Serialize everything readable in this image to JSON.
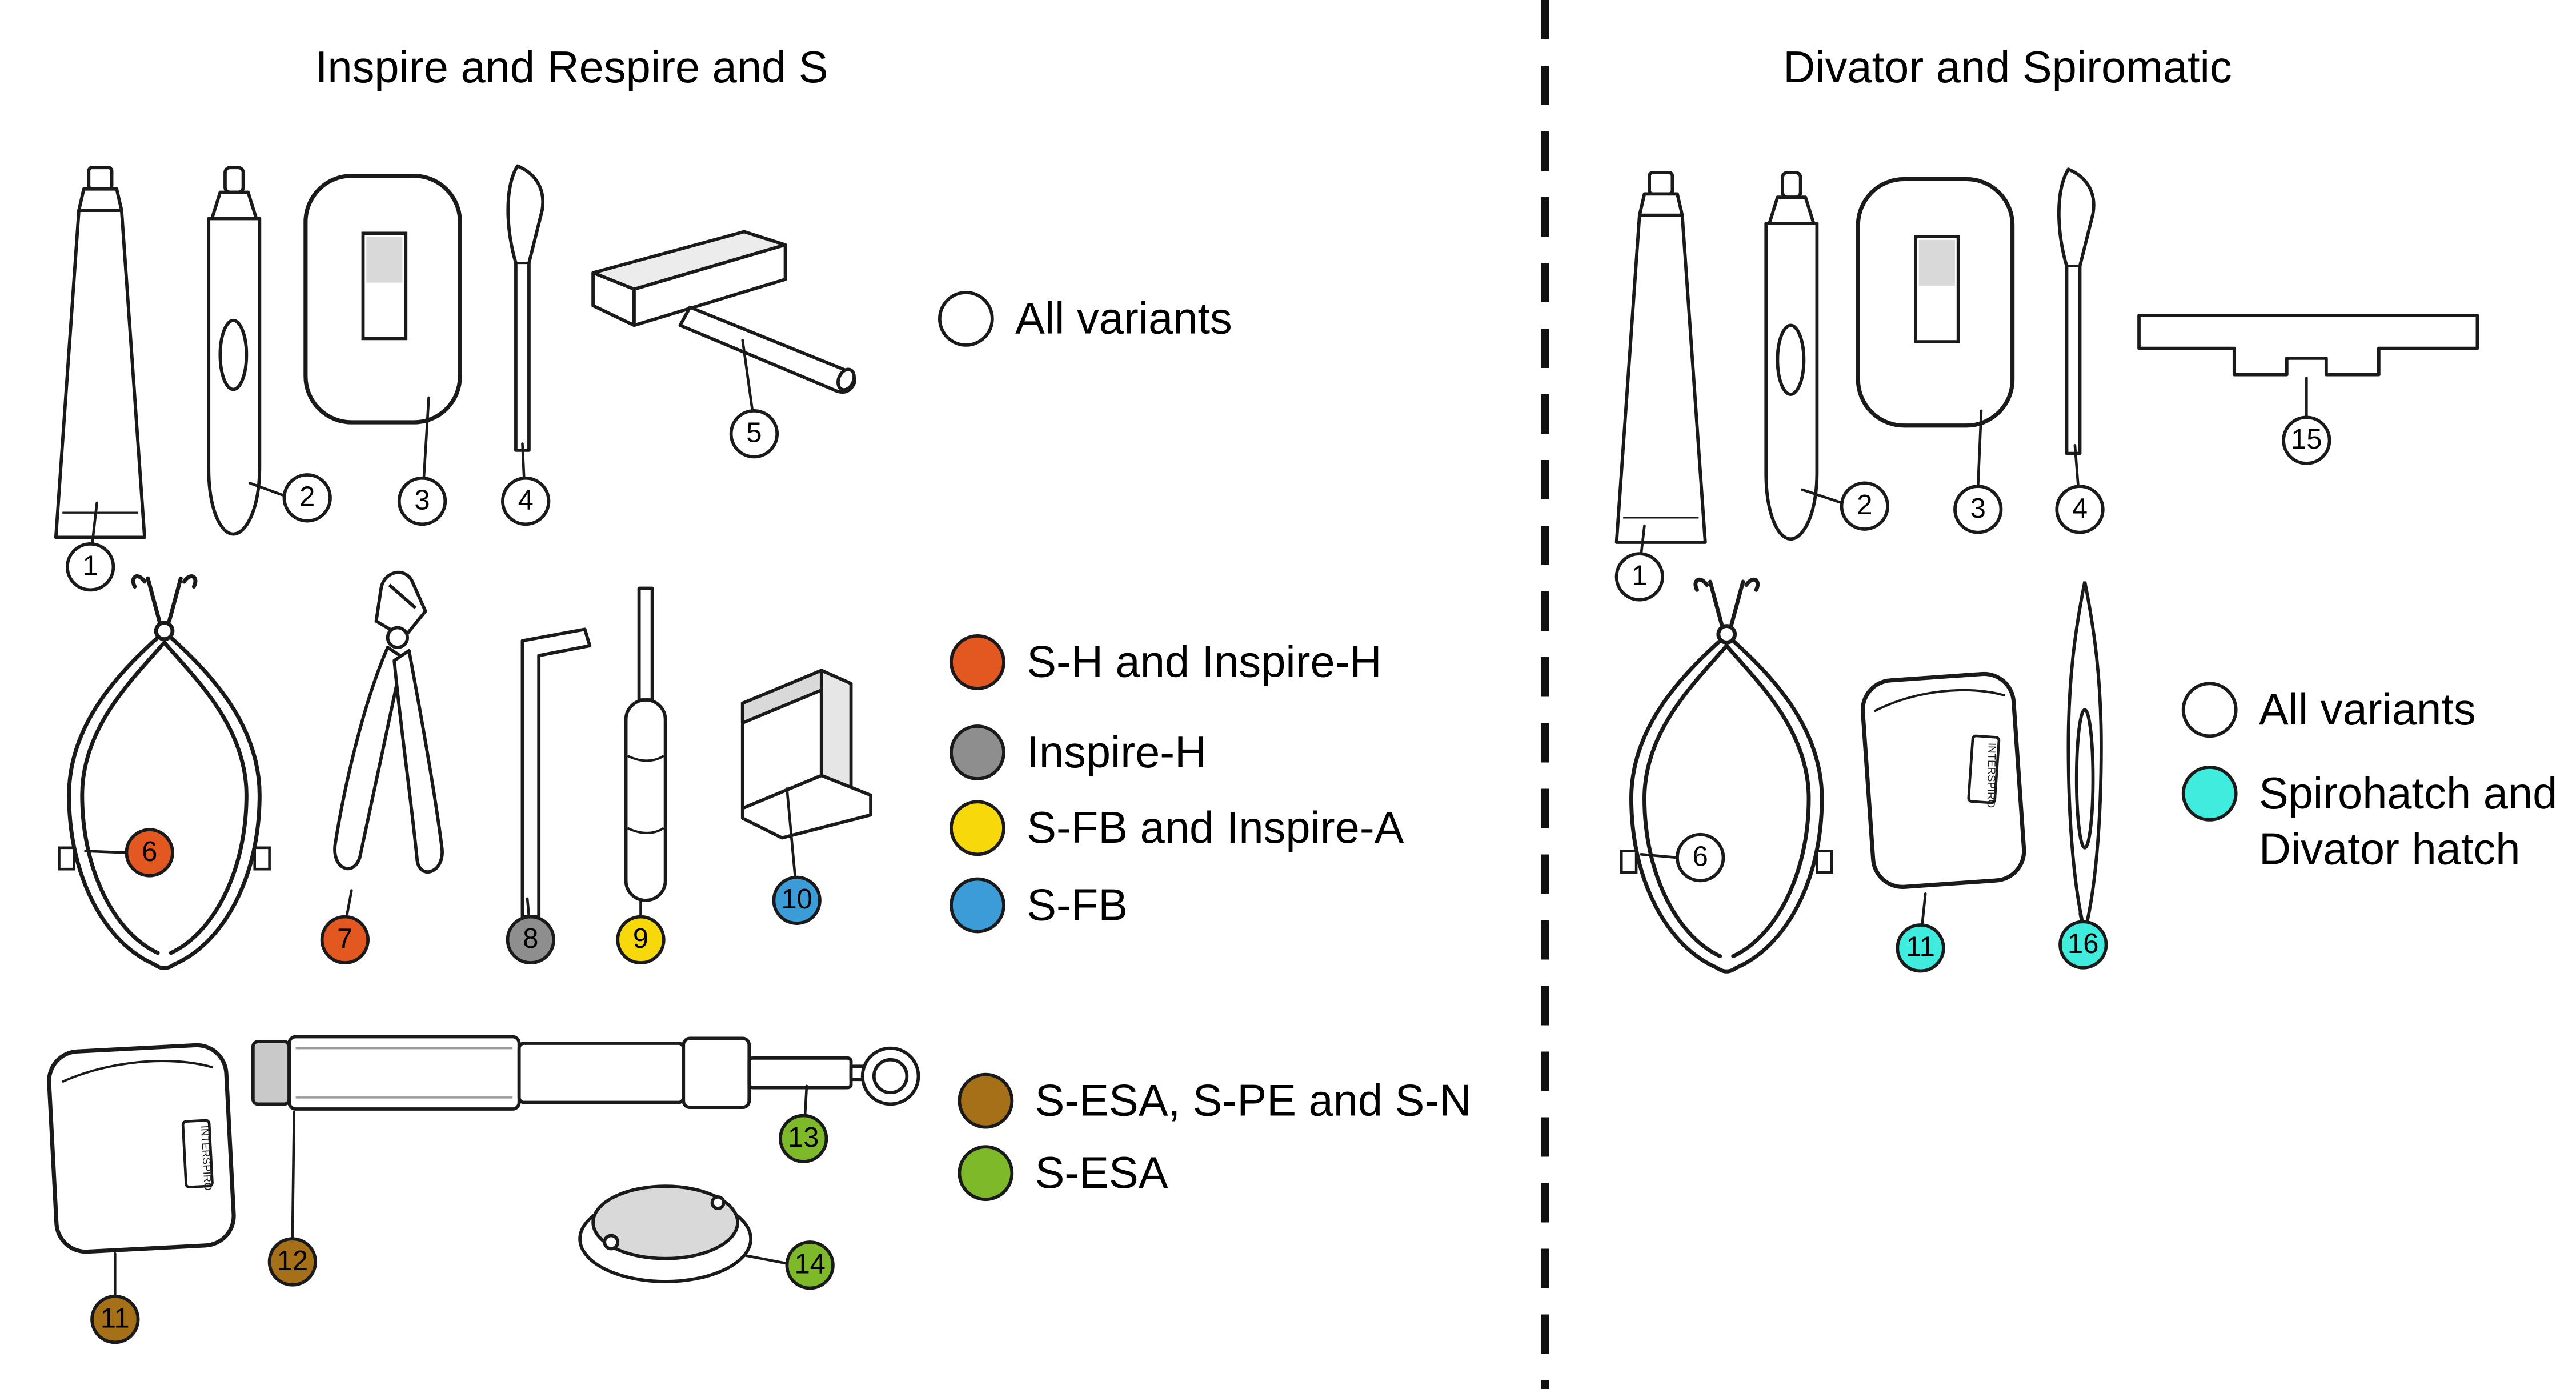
{
  "brand_label": "INTERSPIRO",
  "left": {
    "title": "Inspire and Respire and S",
    "callouts": [
      {
        "num": "1",
        "color": "#FFFFFF"
      },
      {
        "num": "2",
        "color": "#FFFFFF"
      },
      {
        "num": "3",
        "color": "#FFFFFF"
      },
      {
        "num": "4",
        "color": "#FFFFFF"
      },
      {
        "num": "5",
        "color": "#FFFFFF"
      },
      {
        "num": "6",
        "color": "#E25820"
      },
      {
        "num": "7",
        "color": "#E25820"
      },
      {
        "num": "8",
        "color": "#8E8E8E"
      },
      {
        "num": "9",
        "color": "#F6D80B"
      },
      {
        "num": "10",
        "color": "#3C9CD7"
      },
      {
        "num": "11",
        "color": "#A67019"
      },
      {
        "num": "12",
        "color": "#A67019"
      },
      {
        "num": "13",
        "color": "#7DB928"
      },
      {
        "num": "14",
        "color": "#7DB928"
      }
    ],
    "legend_all": [
      {
        "label": "All variants",
        "color": "#FFFFFF"
      }
    ],
    "legend_variants": [
      {
        "label": "S-H and Inspire-H",
        "color": "#E25820"
      },
      {
        "label": "Inspire-H",
        "color": "#8E8E8E"
      },
      {
        "label": "S-FB and Inspire-A",
        "color": "#F6D80B"
      },
      {
        "label": "S-FB",
        "color": "#3C9CD7"
      }
    ],
    "legend_models": [
      {
        "label": "S-ESA, S-PE and S-N",
        "color": "#A67019"
      },
      {
        "label": "S-ESA",
        "color": "#7DB928"
      }
    ]
  },
  "right": {
    "title": "Divator and Spiromatic",
    "callouts": [
      {
        "num": "1",
        "color": "#FFFFFF"
      },
      {
        "num": "2",
        "color": "#FFFFFF"
      },
      {
        "num": "3",
        "color": "#FFFFFF"
      },
      {
        "num": "4",
        "color": "#FFFFFF"
      },
      {
        "num": "15",
        "color": "#FFFFFF"
      },
      {
        "num": "6",
        "color": "#FFFFFF"
      },
      {
        "num": "11",
        "color": "#3FECDD"
      },
      {
        "num": "16",
        "color": "#3FECDD"
      }
    ],
    "legend": [
      {
        "label": "All variants",
        "color": "#FFFFFF"
      },
      {
        "label": "Spirohatch and\nDivator hatch",
        "color": "#3FECDD"
      }
    ]
  }
}
